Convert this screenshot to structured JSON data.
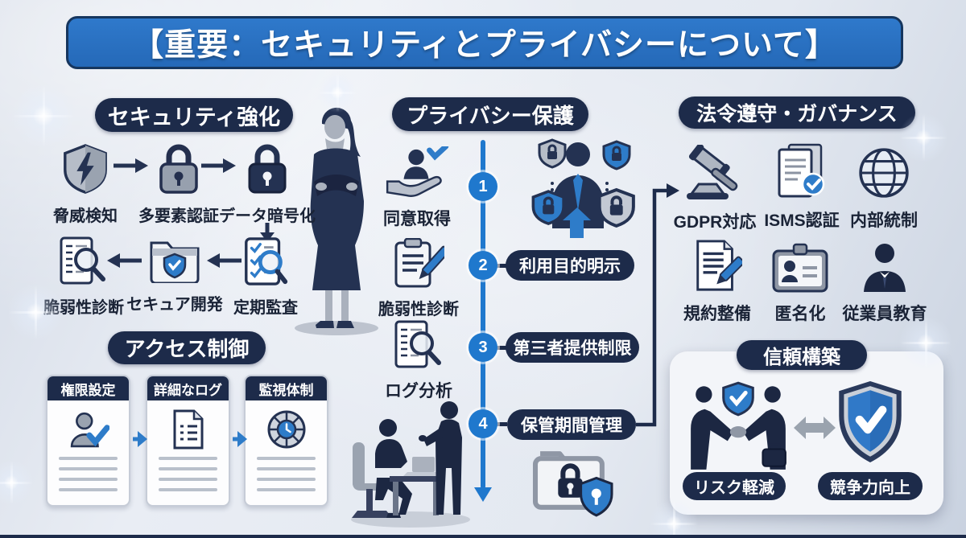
{
  "banner": {
    "title": "【重要：セキュリティとプライバシーについて】"
  },
  "colors": {
    "banner_blue": "#2b72c4",
    "navy": "#1d2b4a",
    "timeline_blue": "#1f78cd",
    "accent_blue": "#2e7cc9"
  },
  "sections": {
    "security": {
      "title": "セキュリティ強化",
      "row1": [
        {
          "label": "脅威検知",
          "icon": "shield-lightning-icon"
        },
        {
          "label": "多要素認証",
          "icon": "padlock-gray-icon"
        },
        {
          "label": "データ暗号化",
          "icon": "padlock-dark-icon"
        }
      ],
      "row2": [
        {
          "label": "脆弱性診断",
          "icon": "document-magnifier-icon"
        },
        {
          "label": "セキュア開発",
          "icon": "folder-shield-icon"
        },
        {
          "label": "定期監査",
          "icon": "audit-checklist-icon"
        }
      ]
    },
    "access": {
      "title": "アクセス制御",
      "cards": [
        {
          "title": "権限設定",
          "icon": "user-check-icon"
        },
        {
          "title": "詳細なログ",
          "icon": "log-document-icon"
        },
        {
          "title": "監視体制",
          "icon": "monitoring-dial-icon"
        }
      ]
    },
    "privacy": {
      "title": "プライバシー保護",
      "side_items": [
        {
          "label": "同意取得",
          "icon": "consent-hand-icon"
        },
        {
          "label": "脆弱性診断",
          "icon": "clipboard-pencil-icon"
        },
        {
          "label": "ログ分析",
          "icon": "log-analysis-icon"
        }
      ],
      "steps": [
        {
          "num": "1",
          "label": ""
        },
        {
          "num": "2",
          "label": "利用目的明示"
        },
        {
          "num": "3",
          "label": "第三者提供制限"
        },
        {
          "num": "4",
          "label": "保管期間管理"
        }
      ]
    },
    "governance": {
      "title": "法令遵守・ガバナンス",
      "row1": [
        {
          "label": "GDPR対応",
          "icon": "gavel-icon"
        },
        {
          "label": "ISMS認証",
          "icon": "certificate-check-icon"
        },
        {
          "label": "内部統制",
          "icon": "globe-icon"
        }
      ],
      "row2": [
        {
          "label": "規約整備",
          "icon": "document-pen-icon"
        },
        {
          "label": "匿名化",
          "icon": "id-badge-icon"
        },
        {
          "label": "従業員教育",
          "icon": "employee-icon"
        }
      ]
    },
    "trust": {
      "title": "信頼構築",
      "badges": [
        {
          "label": "リスク軽減"
        },
        {
          "label": "競争力向上"
        }
      ]
    }
  }
}
